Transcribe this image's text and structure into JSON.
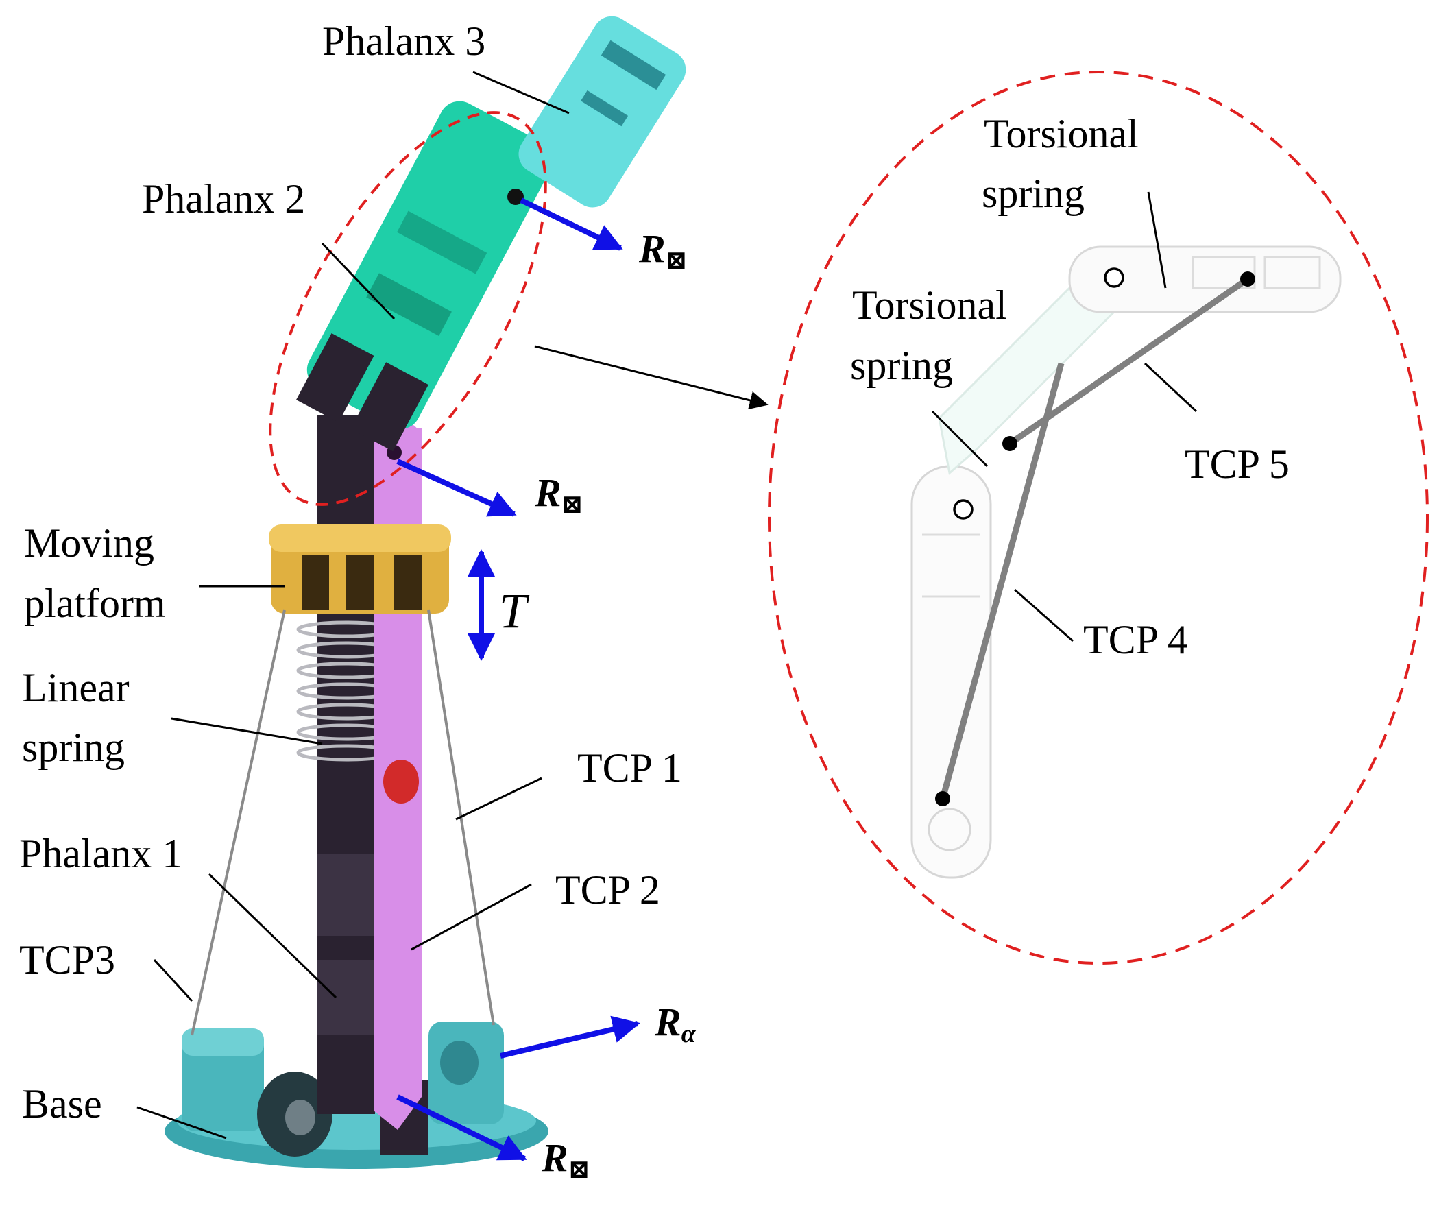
{
  "labels": {
    "phalanx3": "Phalanx 3",
    "phalanx2": "Phalanx 2",
    "phalanx1": "Phalanx 1",
    "moving_platform_1": "Moving",
    "moving_platform_2": "platform",
    "linear_spring_1": "Linear",
    "linear_spring_2": "spring",
    "tcp1": "TCP 1",
    "tcp2": "TCP 2",
    "tcp3": "TCP3",
    "tcp4": "TCP 4",
    "tcp5": "TCP 5",
    "base": "Base",
    "torsional_a_1": "Torsional",
    "torsional_a_2": "spring",
    "torsional_b_1": "Torsional",
    "torsional_b_2": "spring",
    "t_symbol": "T",
    "r_letter": "R",
    "r_alpha_sub": "α",
    "r_box_sub": "⊠"
  },
  "colors": {
    "phalanx3": "#66dede",
    "phalanx2": "#1fcfa8",
    "phalanx1_purple": "#d88ee8",
    "dark_body": "#2a2230",
    "platform": "#e0b040",
    "base": "#3aa6ae",
    "motion_arrow": "#1010e6",
    "zoom_ellipse": "#e02020",
    "tcp_cable": "#808080"
  }
}
